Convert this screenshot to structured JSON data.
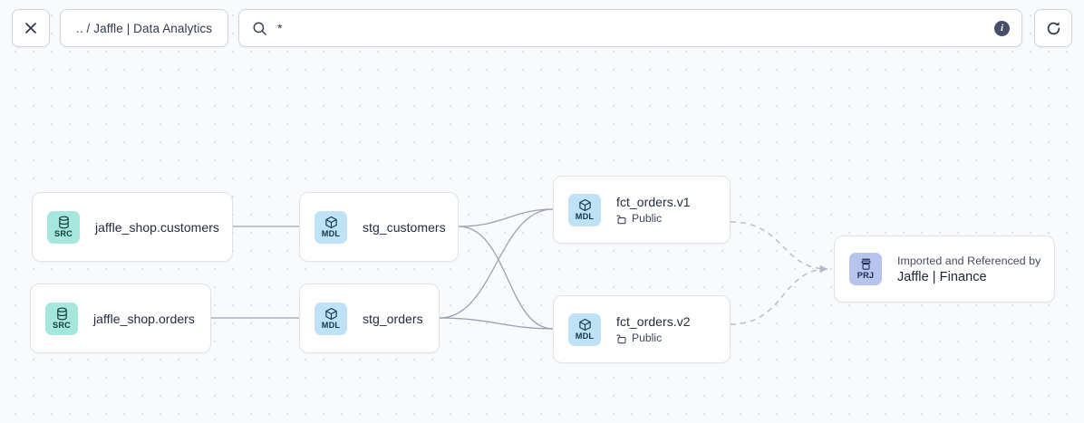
{
  "toolbar": {
    "close_icon": "close-icon",
    "breadcrumb_label": ".. / Jaffle | Data Analytics",
    "search_icon": "search-icon",
    "search_value": "*",
    "search_placeholder": "Search",
    "info_icon_label": "i",
    "refresh_icon": "refresh-icon"
  },
  "graph": {
    "nodes": [
      {
        "id": "src-customers",
        "badge_kind": "SRC",
        "badge_icon": "database-icon",
        "title": "jaffle_shop.customers",
        "subtitle": null,
        "over": null
      },
      {
        "id": "src-orders",
        "badge_kind": "SRC",
        "badge_icon": "database-icon",
        "title": "jaffle_shop.orders",
        "subtitle": null,
        "over": null
      },
      {
        "id": "mdl-stg-customers",
        "badge_kind": "MDL",
        "badge_icon": "cube-icon",
        "title": "stg_customers",
        "subtitle": null,
        "over": null
      },
      {
        "id": "mdl-stg-orders",
        "badge_kind": "MDL",
        "badge_icon": "cube-icon",
        "title": "stg_orders",
        "subtitle": null,
        "over": null
      },
      {
        "id": "mdl-fct-orders-v1",
        "badge_kind": "MDL",
        "badge_icon": "cube-icon",
        "title": "fct_orders.v1",
        "subtitle": "Public",
        "subtitle_icon": "unlock-icon",
        "over": null
      },
      {
        "id": "mdl-fct-orders-v2",
        "badge_kind": "MDL",
        "badge_icon": "cube-icon",
        "title": "fct_orders.v2",
        "subtitle": "Public",
        "subtitle_icon": "unlock-icon",
        "over": null
      },
      {
        "id": "prj-jaffle-finance",
        "badge_kind": "PRJ",
        "badge_icon": "project-icon",
        "over": "Imported and Referenced by",
        "title": "Jaffle | Finance",
        "subtitle": null
      }
    ],
    "colors": {
      "src_badge_bg": "#a5e6dd",
      "mdl_badge_bg": "#bfe2f7",
      "prj_badge_bg": "#b9c4ee",
      "edge": "#9aa2af",
      "edge_dashed": "#b6bcc7",
      "canvas_bg": "#f8fafc",
      "node_bg": "#ffffff",
      "node_border": "#dfe3ea"
    }
  }
}
